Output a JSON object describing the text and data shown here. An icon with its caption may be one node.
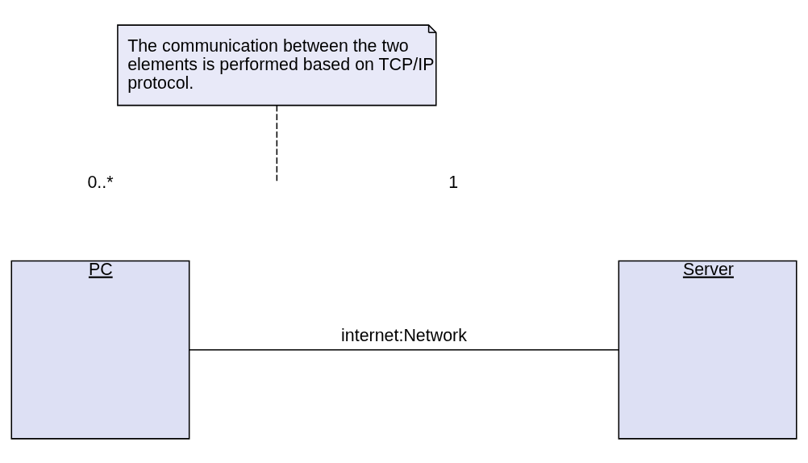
{
  "diagram": {
    "nodes": [
      {
        "text": [
          "The communication between the two elements is performed based on TCP/IP protocol."
        ]
      },
      {
        "text": [
          "PC"
        ]
      },
      {
        "text": [
          "Server"
        ]
      }
    ],
    "edges": [
      {
        "from": 1,
        "to": 2,
        "arrow": "none",
        "label": "internet:Network"
      },
      {
        "from": 0,
        "to": null,
        "arrow": "none",
        "style": "dashed"
      }
    ],
    "labels": [
      "0..*",
      "1"
    ]
  }
}
